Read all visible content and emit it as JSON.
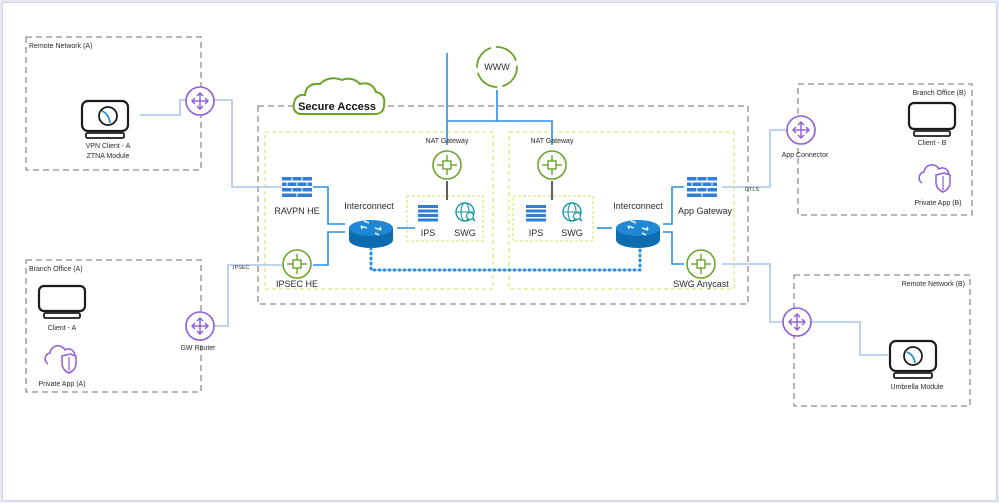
{
  "colors": {
    "purple": "#8f5bd9",
    "green": "#6ba32b",
    "blue": "#1e88d6",
    "line": "#a9c5ea",
    "dash_gray": "#8e8e8e",
    "dash_yellow": "#d4e36a",
    "dots": "#2b8ee0"
  },
  "regions": {
    "remote_a": "Remote Network (A)",
    "branch_a": "Branch Office (A)",
    "branch_b": "Branch Office (B)",
    "remote_b": "Remote Network (B)",
    "secure_access": "Secure Access"
  },
  "nodes": {
    "vpn_client_l1": "VPN Client - A",
    "vpn_client_l2": "ZTNA Module",
    "client_a": "Client - A",
    "private_app_a": "Private App (A)",
    "gw_router": "GW Router",
    "www": "WWW",
    "nat_left": "NAT Gateway",
    "nat_right": "NAT Gateway",
    "ravpn_he": "RAVPN HE",
    "ipsec_he": "IPSEC HE",
    "interconnect_left": "Interconnect",
    "interconnect_right": "Interconnect",
    "ips_left": "IPS",
    "swg_left": "SWG",
    "ips_right": "IPS",
    "swg_right": "SWG",
    "app_gateway": "App Gateway",
    "swg_anycast": "SWG Anycast",
    "app_connector": "App Connector",
    "client_b": "Client - B",
    "private_app_b": "Private App (B)",
    "umbrella_module": "Umbrella Module"
  },
  "link_labels": {
    "ipsec": "IPSEC",
    "dtls": "DTLS"
  },
  "icons": [
    "monitor-icon",
    "router-icon",
    "firewall-icon",
    "switch-icon",
    "globe-search-icon",
    "cloud-shield-icon",
    "cloud-icon",
    "gateway-icon"
  ]
}
